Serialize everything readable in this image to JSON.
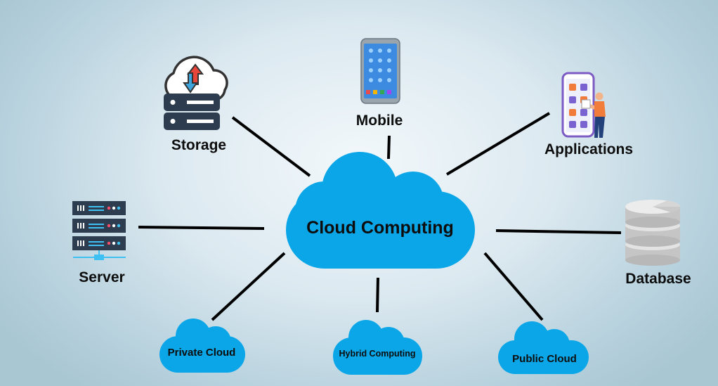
{
  "center": {
    "label": "Cloud Computing"
  },
  "nodes": {
    "storage": {
      "label": "Storage"
    },
    "mobile": {
      "label": "Mobile"
    },
    "applications": {
      "label": "Applications"
    },
    "server": {
      "label": "Server"
    },
    "database": {
      "label": "Database"
    },
    "private_cloud": {
      "label": "Private Cloud"
    },
    "hybrid_computing": {
      "label": "Hybrid Computing"
    },
    "public_cloud": {
      "label": "Public Cloud"
    }
  },
  "colors": {
    "cloud_fill": "#0aa6e8",
    "connector": "#000000",
    "icon_dark": "#2d3d4f",
    "icon_outline": "#3a3a3a",
    "arrow_up": "#e8463b",
    "arrow_down": "#3da4dc",
    "phone_screen": "#3c8be0",
    "person_shirt": "#f27c3a",
    "person_pants": "#22407a",
    "database_gray": "#c8c8c8"
  },
  "icons": [
    "storage-cloud-icon",
    "mobile-phone-icon",
    "applications-person-icon",
    "server-rack-icon",
    "database-cylinder-icon"
  ]
}
